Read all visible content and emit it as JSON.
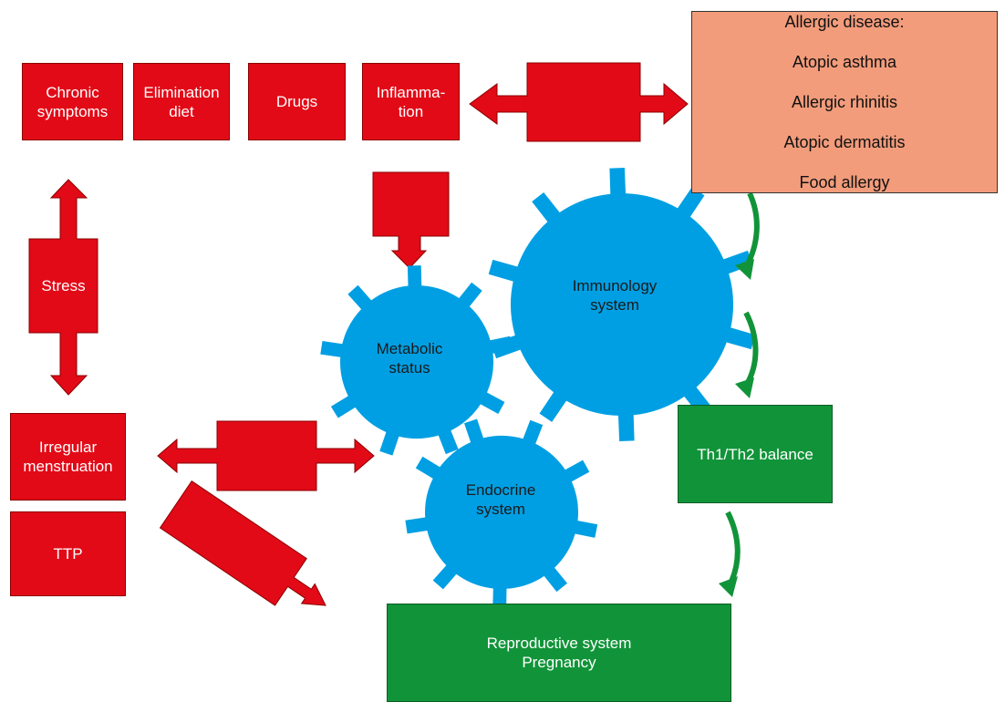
{
  "top_row": {
    "chronic_symptoms": "Chronic\nsymptoms",
    "elimination_diet": "Elimination\ndiet",
    "drugs": "Drugs",
    "inflammation": "Inflamma-\ntion"
  },
  "allergic_disease": {
    "title": "Allergic disease:",
    "items": [
      "Atopic asthma",
      "Allergic rhinitis",
      "Atopic dermatitis",
      "Food allergy"
    ]
  },
  "stress": "Stress",
  "irregular_menstruation": "Irregular\nmenstruation",
  "ttp": "TTP",
  "gears": {
    "immunology": "Immunology\nsystem",
    "metabolic": "Metabolic\nstatus",
    "endocrine": "Endocrine\nsystem"
  },
  "th_balance": "Th1/Th2 balance",
  "reproductive": "Reproductive system\nPregnancy",
  "colors": {
    "red": "#e20a17",
    "green": "#119439",
    "blue": "#009fe3",
    "salmon": "#f29c7b"
  }
}
